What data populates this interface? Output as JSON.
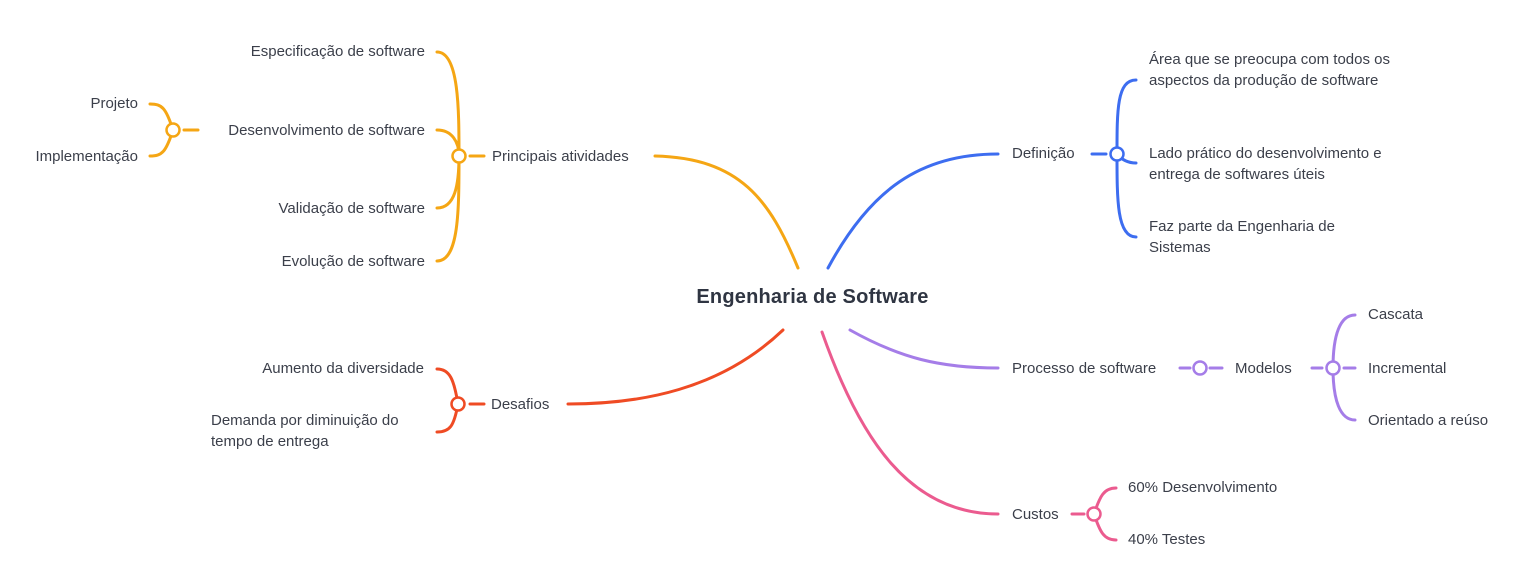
{
  "colors": {
    "orange": "#f5a614",
    "blue": "#3d6df0",
    "purple": "#a57de8",
    "pink": "#eb5b8f",
    "red": "#ef4b24",
    "text": "#3b3f4a"
  },
  "center": {
    "title": "Engenharia de Software"
  },
  "atividades": {
    "label": "Principais atividades",
    "children": {
      "especificacao": "Especificação de software",
      "desenvolvimento": "Desenvolvimento de software",
      "validacao": "Validação de software",
      "evolucao": "Evolução de software"
    },
    "desenvolvimento_children": {
      "projeto": "Projeto",
      "implementacao": "Implementação"
    }
  },
  "desafios": {
    "label": "Desafios",
    "children": {
      "diversidade": "Aumento da diversidade",
      "demanda": "Demanda por diminuição do tempo de entrega"
    }
  },
  "definicao": {
    "label": "Definição",
    "children": {
      "area": "Área que se preocupa com todos os aspectos da produção de software",
      "lado": "Lado prático do desenvolvimento e entrega de softwares úteis",
      "parte": "Faz parte da Engenharia de Sistemas"
    }
  },
  "processo": {
    "label": "Processo de software",
    "modelos": {
      "label": "Modelos",
      "children": {
        "cascata": "Cascata",
        "incremental": "Incremental",
        "reuso": "Orientado a reúso"
      }
    }
  },
  "custos": {
    "label": "Custos",
    "children": {
      "desenvolvimento": "60% Desenvolvimento",
      "testes": "40% Testes"
    }
  }
}
